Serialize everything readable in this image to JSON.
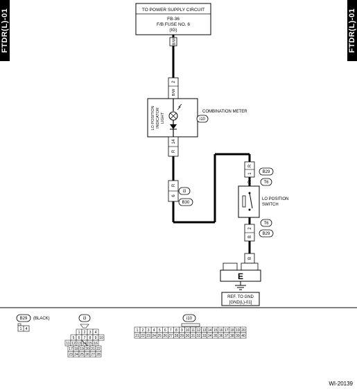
{
  "side_tabs": {
    "left": "FTDR(L)-01",
    "right": "FTDR(L)-01"
  },
  "power_box": {
    "line1": "TO POWER SUPPLY CIRCUIT",
    "line2": "FB-36",
    "line3": "F/B FUSE NO. 6",
    "line4": "(IG)"
  },
  "wire_labels": {
    "bw_top": "B/W",
    "bw_pin": "B/W",
    "pin2": "2",
    "pin14": "14",
    "r1": "R",
    "pin6": "6",
    "r2": "R",
    "r_left_mid": "R",
    "pin1": "1",
    "r_sw_top": "R",
    "pin2_sw": "2",
    "b_sw": "B",
    "b_ground": "B"
  },
  "meter": {
    "vertical_label_1": "LO POSITION",
    "vertical_label_2": "INDICATOR",
    "vertical_label_3": "LIGHT",
    "name": "COMBINATION METER",
    "connector": "i10"
  },
  "connectors_mid": {
    "i3": "i3",
    "b30": "B30"
  },
  "switch": {
    "name_line1": "LO POSITION",
    "name_line2": "SWITCH",
    "b29_top": "B29",
    "t6_top": "T6",
    "t6_bottom": "T6",
    "b29_bottom": "B29"
  },
  "ground": {
    "symbol": "E",
    "ref_line1": "REF. TO GND",
    "ref_line2": "[GND(L)-01]"
  },
  "legend": {
    "b29": {
      "id": "B29",
      "color_label": "(BLACK)",
      "pins": [
        "1",
        "4"
      ]
    },
    "i3": {
      "id": "i3",
      "pins": [
        "1",
        "2",
        "3",
        "4",
        "5",
        "6",
        "7",
        "8",
        "9",
        "10",
        "11",
        "12",
        "13",
        "14",
        "15",
        "16",
        "17",
        "18",
        "19",
        "20",
        "21",
        "22",
        "23",
        "24",
        "25",
        "26",
        "27",
        "28"
      ]
    },
    "i10": {
      "id": "i10",
      "row1": [
        "1",
        "2",
        "3",
        "4",
        "5",
        "6",
        "7",
        "8",
        "9",
        "10",
        "11",
        "12",
        "13",
        "14",
        "15",
        "16",
        "17",
        "18",
        "19",
        "20"
      ],
      "row2": [
        "21",
        "22",
        "23",
        "24",
        "25",
        "26",
        "27",
        "28",
        "29",
        "30",
        "31",
        "32",
        "33",
        "34",
        "35",
        "36",
        "37",
        "38",
        "39",
        "40"
      ]
    }
  },
  "figure_id": "WI-20139"
}
